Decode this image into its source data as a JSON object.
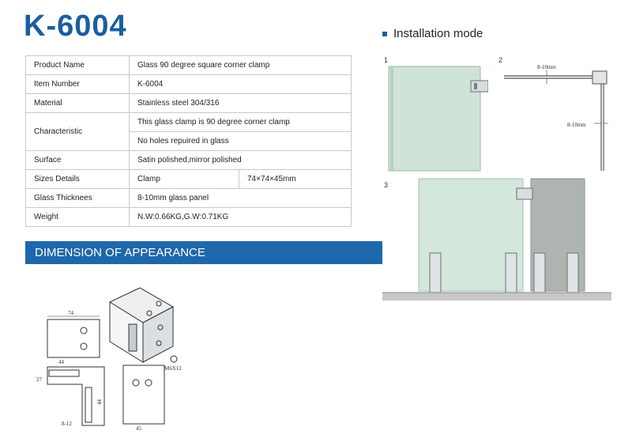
{
  "product_code": "K-6004",
  "installation": {
    "heading": "Installation mode",
    "step_labels": [
      "1",
      "2",
      "3"
    ],
    "gap_labels": [
      "8-10mm",
      "8-10mm"
    ]
  },
  "specs": {
    "rows": [
      {
        "key": "Product Name",
        "value": "Glass 90 degree square corner clamp"
      },
      {
        "key": "Item Number",
        "value": "K-6004"
      },
      {
        "key": "Material",
        "value": "Stainless steel 304/316"
      },
      {
        "key": "Characteristic",
        "values": [
          "This glass clamp is 90 degree corner clamp",
          "No holes repuired in glass"
        ]
      },
      {
        "key": "Surface",
        "value": "Satin polished,mirror polished"
      },
      {
        "key": "Sizes Details",
        "value": "Clamp",
        "value2": "74×74×45mm"
      },
      {
        "key": "Glass Thicknees",
        "value": "8-10mm glass panel"
      },
      {
        "key": "Weight",
        "value": "N.W:0.66KG,G.W:0.71KG"
      }
    ]
  },
  "dimension": {
    "heading": "DIMENSION OF APPEARANCE",
    "labels": {
      "w74": "74",
      "w44": "44",
      "h27": "27",
      "g812": "8-12",
      "h44": "44",
      "h74": "74",
      "w45": "45",
      "screw": "M6X12"
    }
  }
}
